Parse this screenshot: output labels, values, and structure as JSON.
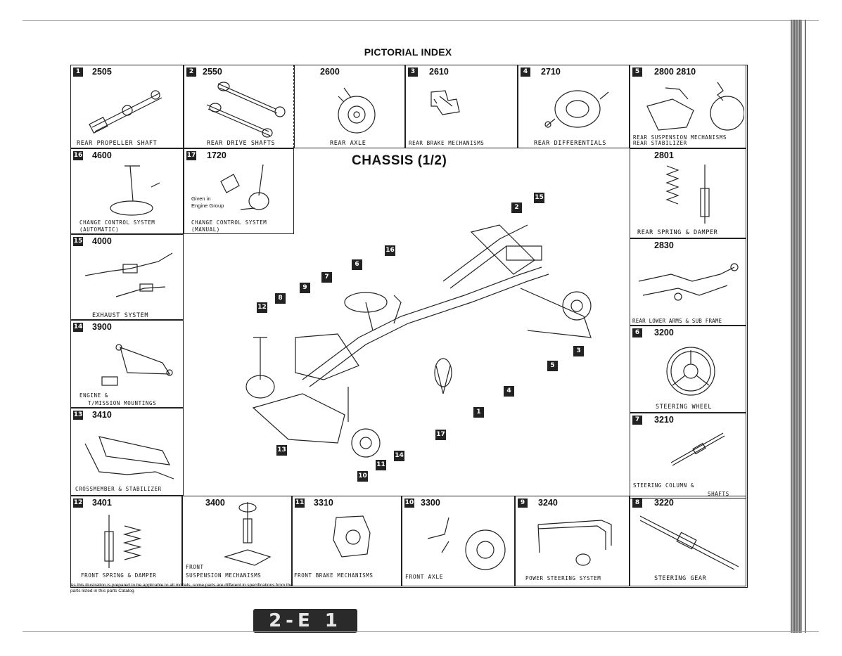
{
  "page": {
    "title": "PICTORIAL INDEX",
    "section_title": "CHASSIS (1/2)",
    "note": "As this illustration is prepared to be applicable to all models, some parts are different in specifications from the parts listed in this parts Catalog",
    "page_number": "2-E 1"
  },
  "top_row": [
    {
      "badge": "1",
      "code": "2505",
      "label": "REAR PROPELLER SHAFT"
    },
    {
      "badge": "2",
      "code": "2550",
      "label": "REAR DRIVE SHAFTS"
    },
    {
      "badge": "",
      "code": "2600",
      "label": "REAR AXLE"
    },
    {
      "badge": "3",
      "code": "2610",
      "label": "REAR BRAKE MECHANISMS"
    },
    {
      "badge": "4",
      "code": "2710",
      "label": "REAR DIFFERENTIALS"
    },
    {
      "badge": "5",
      "code": "2800 2810",
      "label": "REAR SUSPENSION MECHANISMS",
      "label2": "REAR STABILIZER"
    }
  ],
  "left_col": [
    {
      "badge": "16",
      "code": "4600",
      "label": "CHANGE CONTROL SYSTEM",
      "label2": "(AUTOMATIC)"
    },
    {
      "badge": "15",
      "code": "4000",
      "label": "EXHAUST SYSTEM"
    },
    {
      "badge": "14",
      "code": "3900",
      "label": "ENGINE &",
      "label2": "T/MISSION MOUNTINGS"
    },
    {
      "badge": "13",
      "code": "3410",
      "label": "CROSSMEMBER & STABILIZER"
    }
  ],
  "manual_cell": {
    "badge": "17",
    "code": "1720",
    "label": "CHANGE CONTROL SYSTEM",
    "label2": "(MANUAL)",
    "sub": "Given in",
    "sub2": "Engine Group"
  },
  "right_col": [
    {
      "badge": "",
      "code": "2801",
      "label": "REAR SPRING & DAMPER"
    },
    {
      "badge": "",
      "code": "2830",
      "label": "REAR LOWER ARMS & SUB FRAME"
    },
    {
      "badge": "6",
      "code": "3200",
      "label": "STEERING WHEEL"
    },
    {
      "badge": "7",
      "code": "3210",
      "label": "STEERING COLUMN &",
      "label2": "SHAFTS"
    }
  ],
  "bottom_row": [
    {
      "badge": "12",
      "code": "3401",
      "label": "FRONT SPRING & DAMPER"
    },
    {
      "badge": "",
      "code": "3400",
      "label": "FRONT",
      "label2": "SUSPENSION MECHANISMS"
    },
    {
      "badge": "11",
      "code": "3310",
      "label": "FRONT BRAKE MECHANISMS"
    },
    {
      "badge": "10",
      "code": "3300",
      "label": "FRONT AXLE"
    },
    {
      "badge": "9",
      "code": "3240",
      "label": "POWER STEERING SYSTEM"
    },
    {
      "badge": "8",
      "code": "3220",
      "label": "STEERING GEAR"
    }
  ],
  "markers": [
    "1",
    "2",
    "3",
    "4",
    "5",
    "6",
    "7",
    "8",
    "9",
    "10",
    "11",
    "12",
    "13",
    "14",
    "15",
    "16",
    "17"
  ]
}
